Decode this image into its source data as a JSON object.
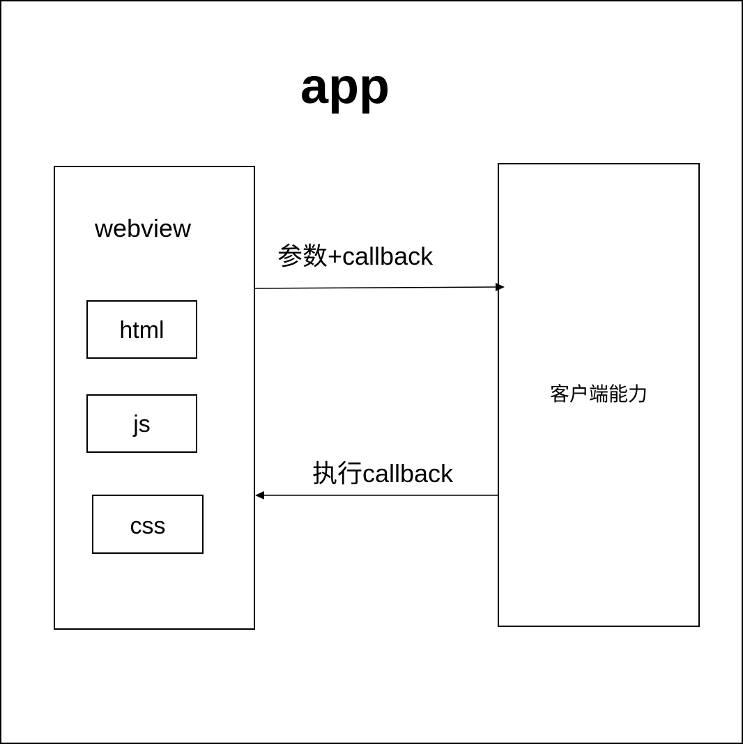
{
  "diagram": {
    "title": "app",
    "webview": {
      "label": "webview",
      "components": [
        "html",
        "js",
        "css"
      ]
    },
    "client": {
      "label": "客户端能力"
    },
    "arrows": {
      "request_label": "参数+callback",
      "response_label": "执行callback"
    }
  }
}
